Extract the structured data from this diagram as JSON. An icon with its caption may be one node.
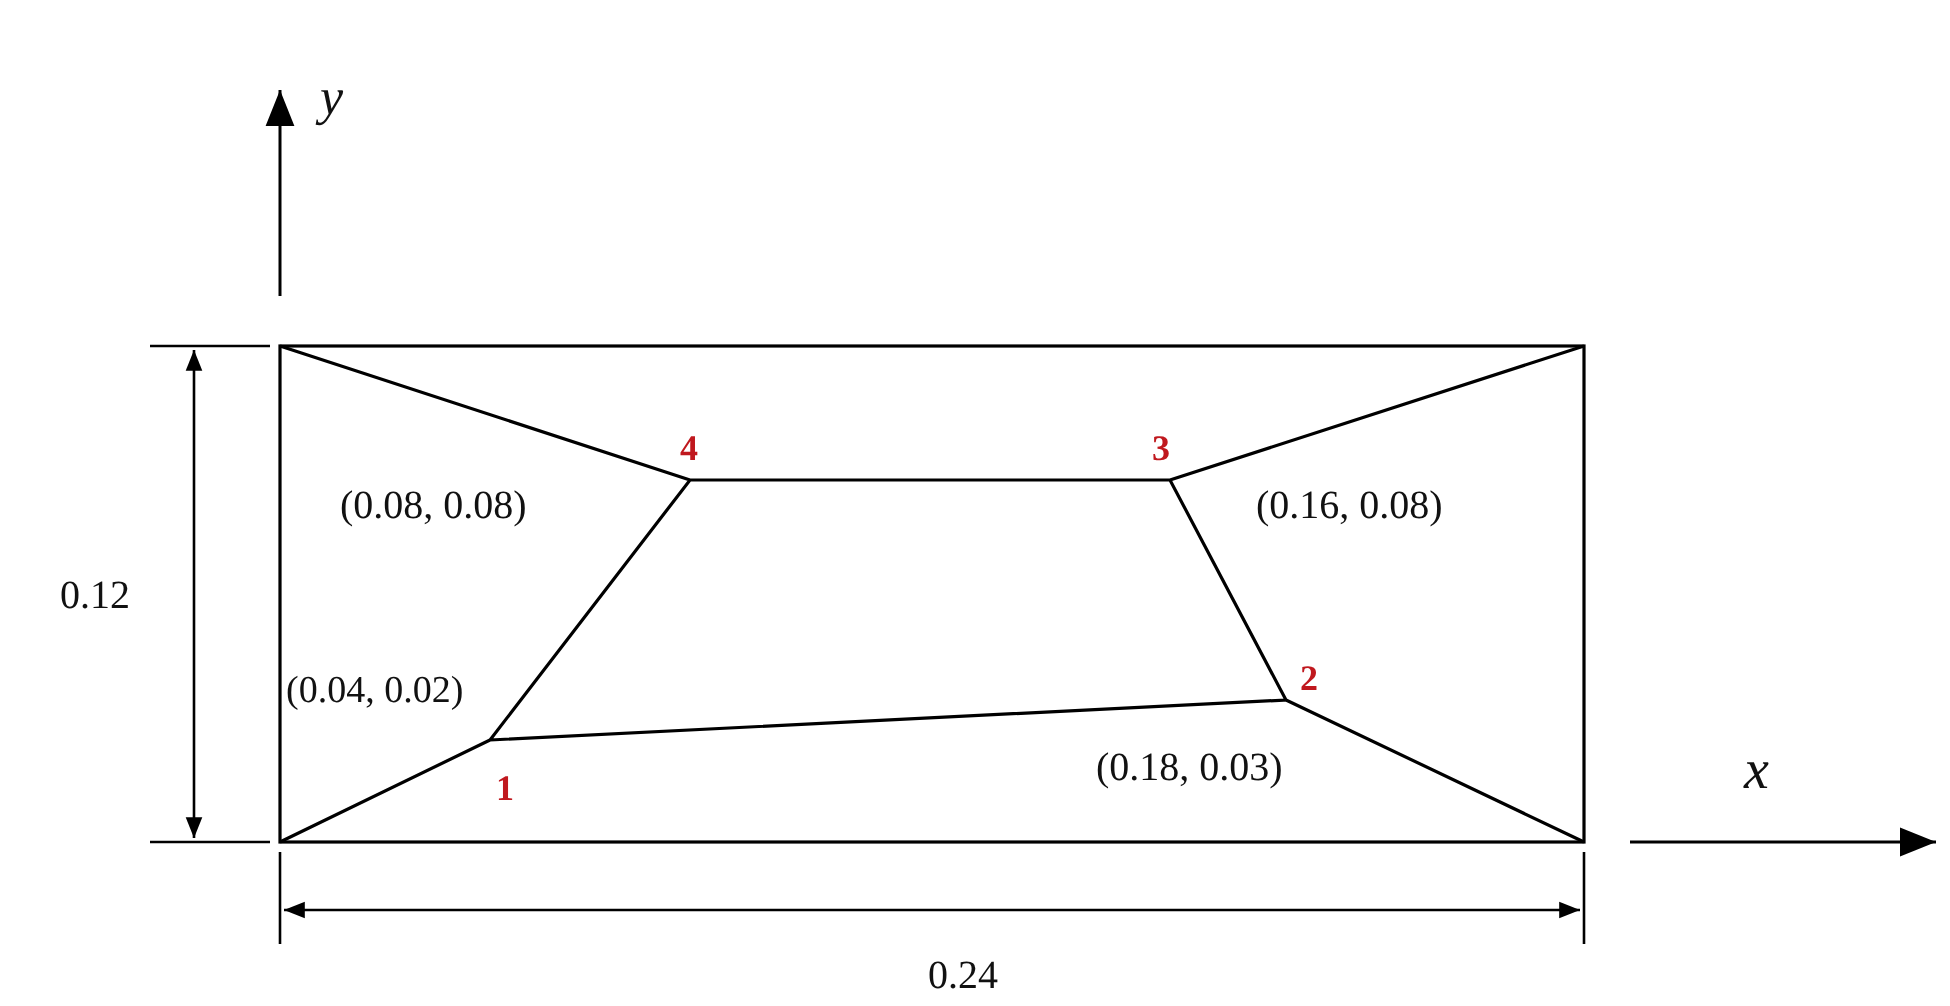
{
  "diagram": {
    "labels": [
      "y",
      "4",
      "3",
      "(0.08, 0.08)",
      "(0.16, 0.08)",
      "0.12",
      "2",
      "(0.04, 0.02)",
      "1",
      "x",
      "(0.18, 0.03)",
      "0.24"
    ]
  }
}
